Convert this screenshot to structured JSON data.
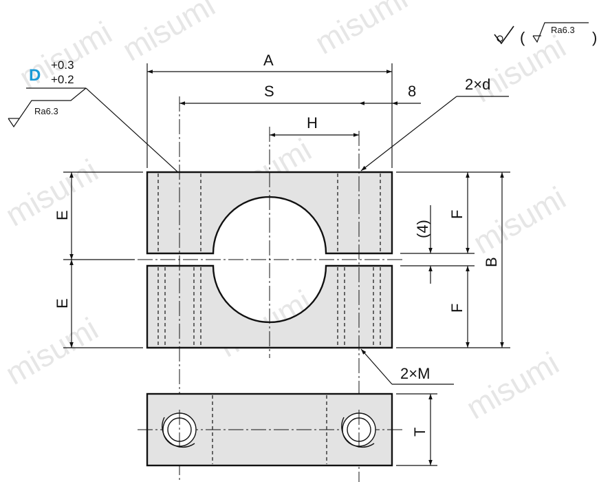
{
  "watermark": {
    "text": "misumi"
  },
  "tolerance": {
    "symbol": "D",
    "upper": "+0.3",
    "lower": "+0.2",
    "color": "#1a9ad6"
  },
  "roughness": {
    "value": "Ra6.3"
  },
  "dimensions": {
    "A": "A",
    "S": "S",
    "eight": "8",
    "H": "H",
    "two_d": "2×d",
    "E_top": "E",
    "E_bottom": "E",
    "F_top": "F",
    "F_bottom": "F",
    "four": "(4)",
    "B": "B",
    "two_M": "2×M",
    "T": "T"
  },
  "colors": {
    "part_fill": "#e3e3e3",
    "line": "#111111"
  }
}
